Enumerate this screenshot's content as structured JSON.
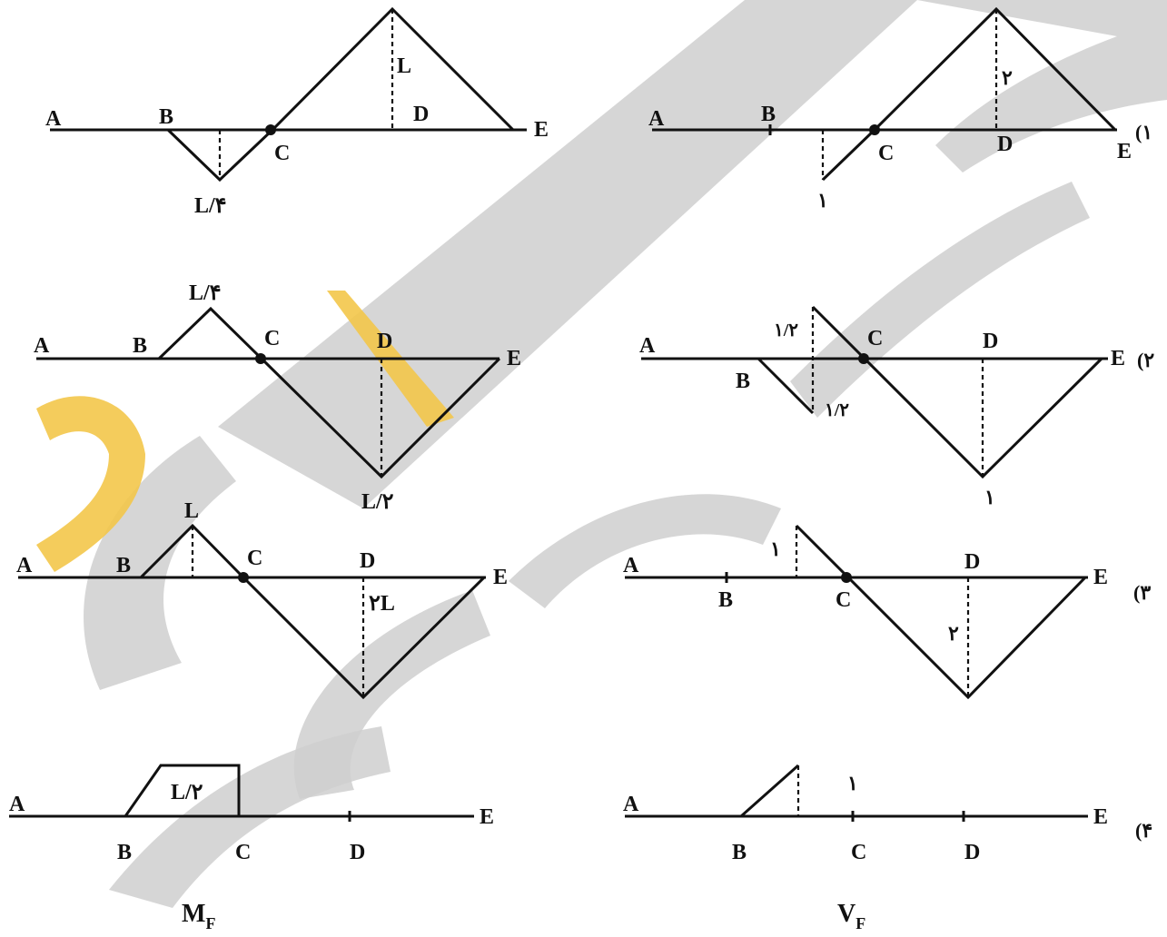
{
  "columns": {
    "left_caption_main": "M",
    "left_caption_sub": "F",
    "right_caption_main": "V",
    "right_caption_sub": "F"
  },
  "options": [
    {
      "number": "(۱",
      "moment": {
        "points": [
          "A",
          "B",
          "C",
          "D",
          "E"
        ],
        "values": [
          "L/۴",
          "L"
        ]
      },
      "shear": {
        "points": [
          "A",
          "B",
          "C",
          "D",
          "E"
        ],
        "values": [
          "۱",
          "۲"
        ]
      }
    },
    {
      "number": "(۲",
      "moment": {
        "points": [
          "A",
          "B",
          "C",
          "D",
          "E"
        ],
        "values": [
          "L/۴",
          "L/۲"
        ]
      },
      "shear": {
        "points": [
          "A",
          "B",
          "C",
          "D",
          "E"
        ],
        "values": [
          "۱/۲",
          "۱/۲",
          "۱"
        ]
      }
    },
    {
      "number": "(۳",
      "moment": {
        "points": [
          "A",
          "B",
          "C",
          "D",
          "E"
        ],
        "values": [
          "L",
          "۲L"
        ]
      },
      "shear": {
        "points": [
          "A",
          "B",
          "C",
          "D",
          "E"
        ],
        "values": [
          "۱",
          "۲"
        ]
      }
    },
    {
      "number": "(۴",
      "moment": {
        "points": [
          "A",
          "B",
          "C",
          "D",
          "E"
        ],
        "values": [
          "L/۲"
        ]
      },
      "shear": {
        "points": [
          "A",
          "B",
          "C",
          "D",
          "E"
        ],
        "values": [
          "۱"
        ]
      }
    }
  ],
  "watermark": {
    "main_color": "#bdbdbd",
    "accent_color": "#f3b51f"
  }
}
